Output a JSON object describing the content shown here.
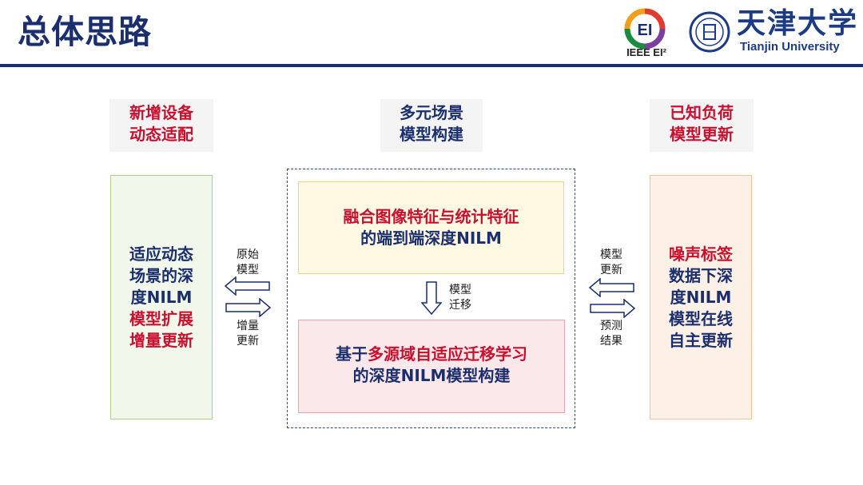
{
  "title": "总体思路",
  "logos": {
    "ieee_text": "IEEE EI²",
    "tju_cn": "天津大学",
    "tju_en": "Tianjin University"
  },
  "headers": {
    "left": [
      "新增设备",
      "动态适配"
    ],
    "center": [
      "多元场景",
      "模型构建"
    ],
    "right": [
      "已知负荷",
      "模型更新"
    ]
  },
  "left_box": {
    "lines_navy": [
      "适应动态",
      "场景的深",
      "度NILM"
    ],
    "lines_red": [
      "模型扩展",
      "增量更新"
    ]
  },
  "right_box": {
    "lines_red": [
      "噪声标签"
    ],
    "lines_navy": [
      "数据下深",
      "度NILM",
      "模型在线",
      "自主更新"
    ]
  },
  "center_top": {
    "line1": "融合图像特征与统计特征",
    "line2": "的端到端深度NILM"
  },
  "center_bottom": {
    "line1_a": "基于",
    "line1_b": "多源域自适应迁移学习",
    "line2": "的深度NILM模型构建"
  },
  "arrows": {
    "left_top": [
      "原始",
      "模型"
    ],
    "left_bottom": [
      "增量",
      "更新"
    ],
    "middle": [
      "模型",
      "迁移"
    ],
    "right_top": [
      "模型",
      "更新"
    ],
    "right_bottom": [
      "预测",
      "结果"
    ]
  },
  "colors": {
    "navy": "#1b2f6e",
    "red": "#c8102e"
  }
}
